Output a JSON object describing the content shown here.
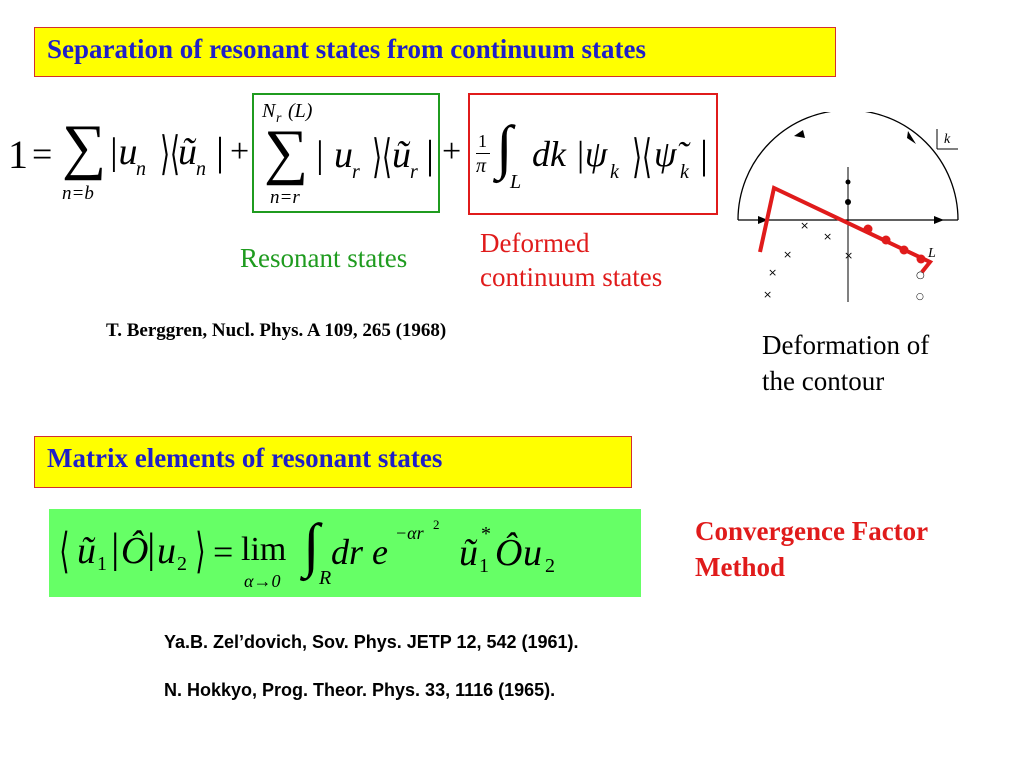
{
  "title1": "Separation of resonant states from continuum states",
  "title2": "Matrix elements of resonant states",
  "eq1": {
    "one": "1",
    "eq": "=",
    "sum1_lower": "n=b",
    "term1": "|u",
    "term1_sub": "n",
    "bra1": "ũ",
    "bra1_sub": "n",
    "plus1": "+",
    "sum2_upper": "N",
    "sum2_upper_sub": "r",
    "sum2_upper_arg": "(L)",
    "sum2_lower": "n=r",
    "term2": "| u",
    "term2_sub": "r",
    "bra2": "ũ",
    "bra2_sub": "r",
    "plus2": "+",
    "frac_num": "1",
    "frac_den": "π",
    "int_lower": "L",
    "term3": "dk |ψ",
    "term3_sub": "k",
    "bra3": "ψ̃",
    "bra3_sub": "k"
  },
  "labels": {
    "resonant": "Resonant states",
    "deformed_1": "Deformed",
    "deformed_2": "continuum states",
    "deformation_1": "Deformation of",
    "deformation_2": "the contour",
    "convergence_1": "Convergence Factor",
    "convergence_2": "Method"
  },
  "diagram": {
    "k_label": "k",
    "L_label": "L"
  },
  "ref1": "T. Berggren, Nucl. Phys. A 109, 265 (1968)",
  "eq2": {
    "bra_u": "ũ",
    "bra_u_sub": "1",
    "op": "Ô",
    "ket_u": "u",
    "ket_u_sub": "2",
    "eq": "=",
    "lim": "lim",
    "lim_sub": "α→0",
    "int_lower": "R",
    "dr": "dr e",
    "exp": "−αr",
    "exp_sq": "2",
    "u_star": "ũ",
    "u_star_sup": "*",
    "u_star_sub": "1",
    "op2": "Ô",
    "u2": "u",
    "u2_sub": "2"
  },
  "refs2": [
    "Ya.B. Zel’dovich, Sov. Phys. JETP 12, 542 (1961).",
    "N. Hokkyo, Prog. Theor. Phys. 33, 1116 (1965)."
  ],
  "colors": {
    "title_bg": "#ffff00",
    "title_text": "#1f1fc8",
    "green": "#1f9b1f",
    "red": "#e01b1b",
    "eq2_bg": "#66ff66"
  }
}
